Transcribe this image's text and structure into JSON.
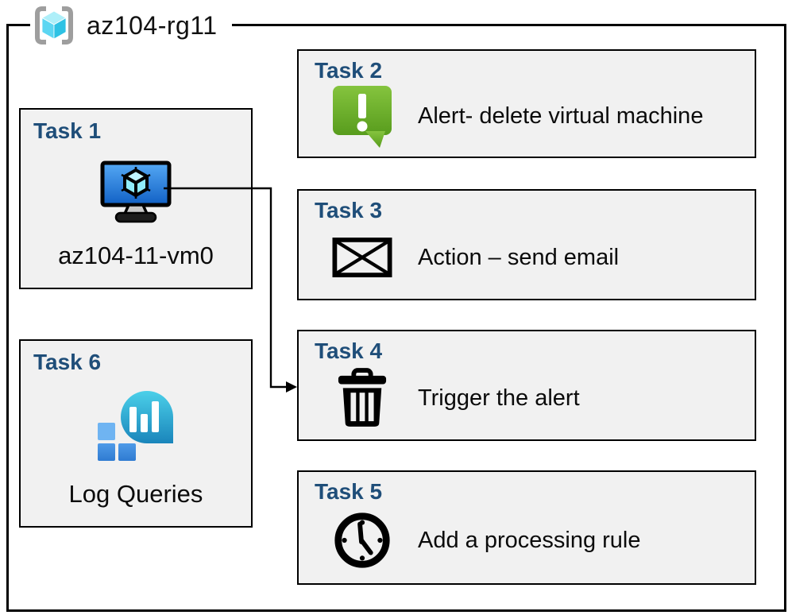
{
  "header": {
    "label": "az104-rg11"
  },
  "tasks": [
    {
      "title": "Task 1",
      "label": "az104-11-vm0",
      "icon": "virtual-machine-icon"
    },
    {
      "title": "Task 2",
      "label": "Alert- delete virtual machine",
      "icon": "alert-icon"
    },
    {
      "title": "Task 3",
      "label": "Action – send email",
      "icon": "email-icon"
    },
    {
      "title": "Task 4",
      "label": "Trigger the alert",
      "icon": "trash-icon"
    },
    {
      "title": "Task 5",
      "label": "Add a processing rule",
      "icon": "clock-icon"
    },
    {
      "title": "Task 6",
      "label": "Log Queries",
      "icon": "log-analytics-icon"
    }
  ],
  "connector": {
    "from": "Task 1",
    "to": "Task 4"
  },
  "colors": {
    "task_title_blue": "#1f4e79",
    "box_fill": "#f1f1f1",
    "box_border": "#000000",
    "alert_green": "#76b82a",
    "vm_screen_blue": "#2b7fe0",
    "log_analytics_teal": "#2fb9dc",
    "log_squares_blue": "#3f8edd",
    "resource_cube_cyan": "#55d4f0",
    "bracket_gray": "#9e9e9e"
  }
}
